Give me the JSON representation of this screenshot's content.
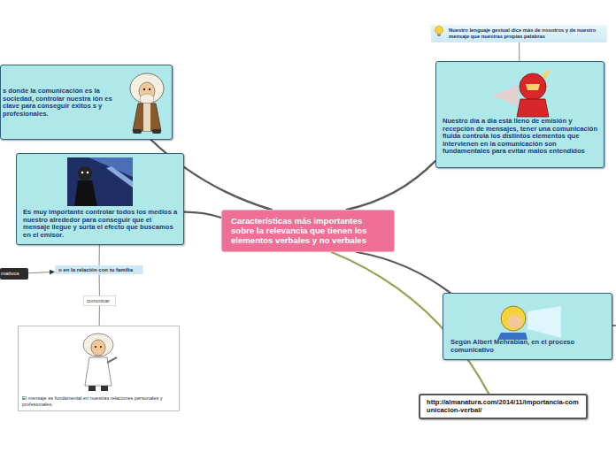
{
  "diagram": {
    "nodes": [
      {
        "text": [
          "s donde la comunicación es la sociedad, controlar nuestra ión es clave para conseguir éxitos s y profesionales."
        ]
      },
      {
        "text": [
          "Nuestro lenguaje gestual dice más de nosotros y de nuestro mensaje que nuestras propias palabras"
        ]
      },
      {
        "text": [
          "Nuestro día a día está lleno de emisión y recepción de mensajes, tener una comunicación fluida controla los distintos elementos que intervienen en la comunicación son fundamentales para evitar malos entendidos"
        ]
      },
      {
        "text": [
          "Características más importantes sobre la relevancia que tienen los elementos verbales y no verbales"
        ]
      },
      {
        "text": [
          "Es muy importante controlar todos los medios a nuestro alrededor para conseguir que el mensaje llegue y surta el efecto que buscamos en el emisor."
        ]
      },
      {
        "text": [
          "mativos"
        ]
      },
      {
        "text": [
          "o en la relación con tu familia"
        ]
      },
      {
        "text": [
          "comunicar"
        ]
      },
      {
        "text": [
          "El mensaje es fundamental en nuestras relaciones personales y profesionales."
        ]
      },
      {
        "text": [
          "Según Albert Mehrabian, en el proceso comunicativo"
        ]
      },
      {
        "text": [
          "http://almanatura.com/2014/11/importancia-comunicacion-verbal/"
        ]
      }
    ],
    "edges": [
      {
        "from": 3,
        "to": 0,
        "arrow": "none"
      },
      {
        "from": 3,
        "to": 4,
        "arrow": "none"
      },
      {
        "from": 3,
        "to": 2,
        "arrow": "none"
      },
      {
        "from": 3,
        "to": 9,
        "arrow": "none"
      },
      {
        "from": 3,
        "to": 10,
        "arrow": "none"
      },
      {
        "from": 1,
        "to": 2,
        "arrow": "none"
      },
      {
        "from": 4,
        "to": 6,
        "arrow": "none"
      },
      {
        "from": 5,
        "to": 6,
        "arrow": "to"
      },
      {
        "from": 6,
        "to": 7,
        "arrow": "none"
      },
      {
        "from": 7,
        "to": 8,
        "arrow": "none"
      }
    ]
  }
}
